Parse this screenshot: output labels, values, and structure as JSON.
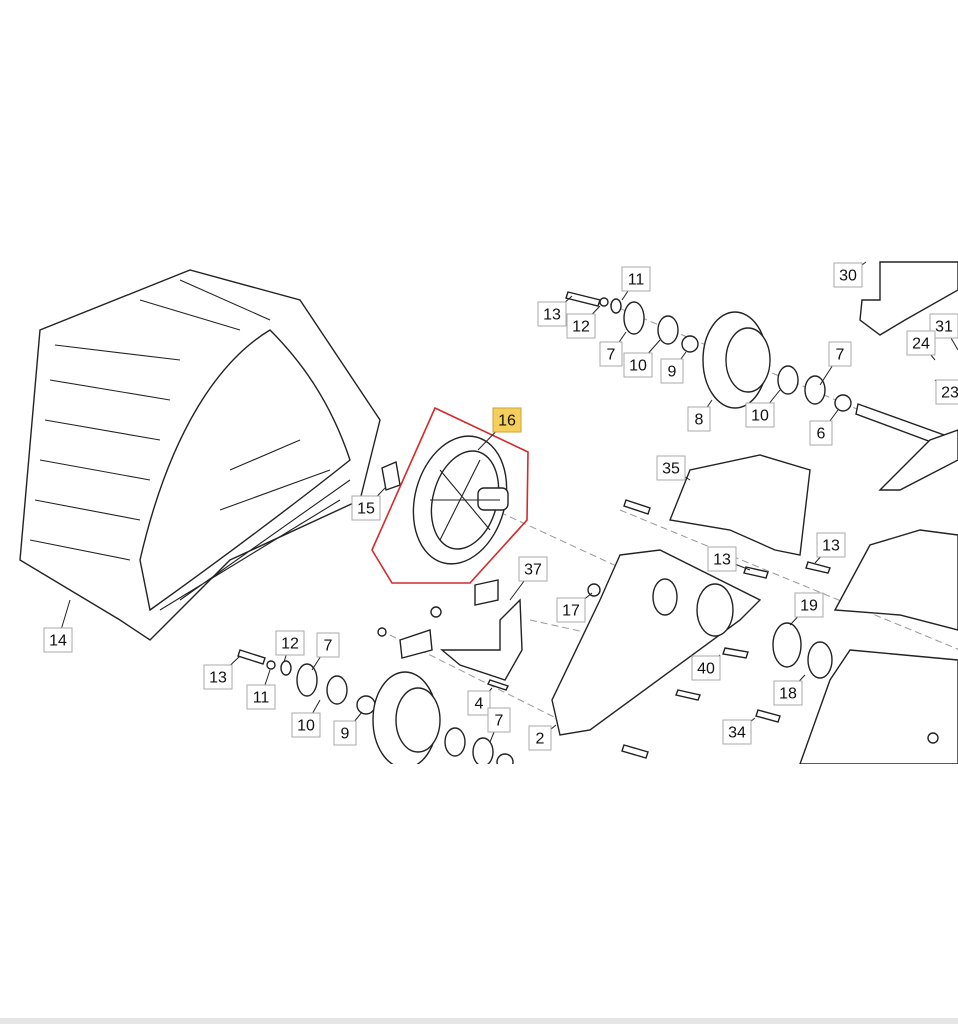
{
  "diagram": {
    "highlight_color": "#f6cf5a",
    "selection_outline_color": "#d42a2a",
    "selected_part": "16",
    "callouts": [
      {
        "number": "30"
      },
      {
        "number": "11"
      },
      {
        "number": "13"
      },
      {
        "number": "12"
      },
      {
        "number": "31"
      },
      {
        "number": "24"
      },
      {
        "number": "23"
      },
      {
        "number": "7"
      },
      {
        "number": "10"
      },
      {
        "number": "9"
      },
      {
        "number": "7"
      },
      {
        "number": "8"
      },
      {
        "number": "10"
      },
      {
        "number": "6"
      },
      {
        "number": "16",
        "highlighted": true
      },
      {
        "number": "35"
      },
      {
        "number": "15"
      },
      {
        "number": "13"
      },
      {
        "number": "13"
      },
      {
        "number": "37"
      },
      {
        "number": "17"
      },
      {
        "number": "19"
      },
      {
        "number": "14"
      },
      {
        "number": "12"
      },
      {
        "number": "7"
      },
      {
        "number": "13"
      },
      {
        "number": "11"
      },
      {
        "number": "40"
      },
      {
        "number": "18"
      },
      {
        "number": "10"
      },
      {
        "number": "9"
      },
      {
        "number": "4"
      },
      {
        "number": "7"
      },
      {
        "number": "2"
      },
      {
        "number": "34"
      }
    ]
  }
}
